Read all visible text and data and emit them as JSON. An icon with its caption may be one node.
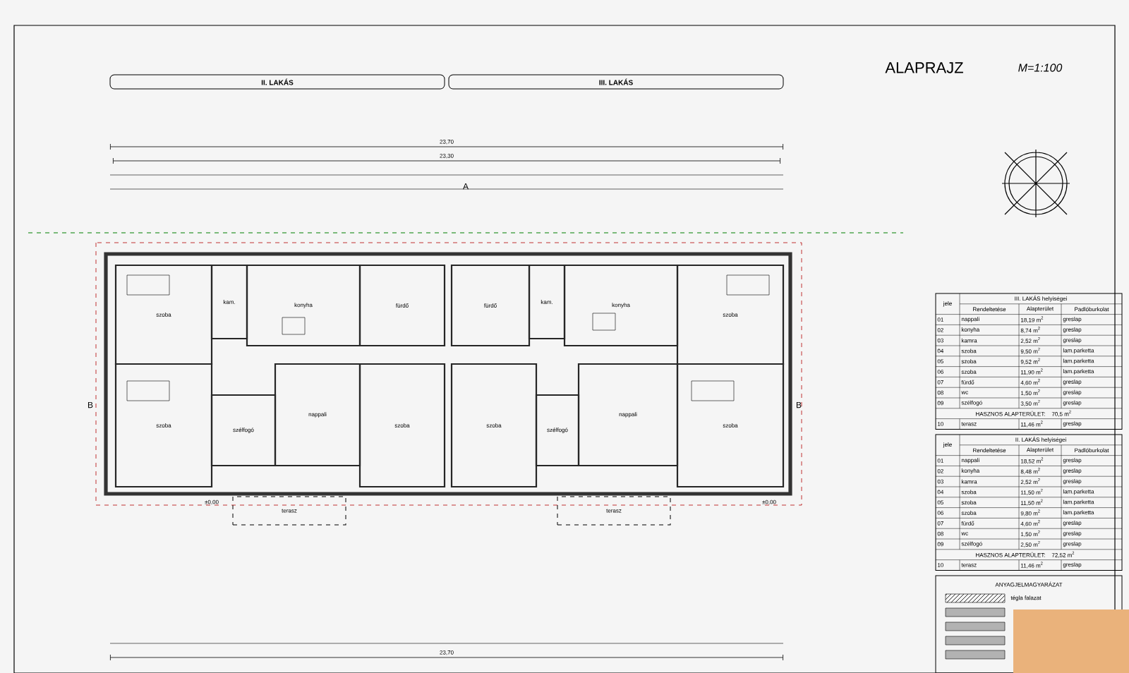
{
  "diagram": {
    "title": "ALAPRAJZ",
    "nodes": [
      {
        "text": [
          "II. LAKÁS"
        ]
      },
      {
        "text": [
          "III. LAKÁS"
        ]
      },
      {
        "text": [],
        "shape": "box"
      },
      {
        "text": [
          "szoba"
        ],
        "in": 2
      },
      {
        "text": [
          "kam."
        ],
        "in": 2
      },
      {
        "text": [
          "konyha"
        ],
        "in": 2
      },
      {
        "text": [
          "fürdő"
        ],
        "in": 2
      },
      {
        "text": [
          "fürdő"
        ],
        "in": 2
      },
      {
        "text": [
          "kam."
        ],
        "in": 2
      },
      {
        "text": [
          "konyha"
        ],
        "in": 2
      },
      {
        "text": [
          "szoba"
        ],
        "in": 2
      },
      {
        "text": [
          "szoba"
        ],
        "in": 2
      },
      {
        "text": [
          "szélfogó"
        ],
        "in": 2
      },
      {
        "text": [
          "nappali"
        ],
        "in": 2
      },
      {
        "text": [
          "szoba"
        ],
        "in": 2
      },
      {
        "text": [
          "szoba"
        ],
        "in": 2
      },
      {
        "text": [
          "szélfogó"
        ],
        "in": 2
      },
      {
        "text": [
          "nappali"
        ],
        "in": 2
      },
      {
        "text": [
          "szoba"
        ],
        "in": 2
      },
      {
        "text": [
          "terasz"
        ]
      },
      {
        "text": [
          "terasz"
        ]
      }
    ],
    "labels": [
      "M=1:100",
      "23,70",
      "23,30",
      "23,70",
      "A",
      "B",
      "B",
      "±0,00",
      "±0,00",
      "III. LAKÁS helyiségei",
      "jele",
      "Rendeltetése",
      "Alapterület",
      "Padlóburkolat",
      "01",
      "nappali",
      "18,19 m$^{2}$",
      "greslap",
      "02",
      "konyha",
      "8,74 m$^{2}$",
      "greslap",
      "03",
      "kamra",
      "2,52 m$^{2}$",
      "greslap",
      "04",
      "szoba",
      "9,50 m$^{2}$",
      "lam.parketta",
      "05",
      "szoba",
      "9,52 m$^{2}$",
      "lam.parketta",
      "06",
      "szoba",
      "11,90 m$^{2}$",
      "lam.parketta",
      "07",
      "fürdő",
      "4,60 m$^{2}$",
      "greslap",
      "08",
      "wc",
      "1,50 m$^{2}$",
      "greslap",
      "09",
      "szélfogó",
      "3,50 m$^{2}$",
      "greslap",
      "HASZNOS ALAPTERÜLET:",
      "70,5 m$^{2}$",
      "10",
      "terasz",
      "11,46 m$^{2}$",
      "greslap",
      "II. LAKÁS helyiségei",
      "jele",
      "Rendeltetése",
      "Alapterület",
      "Padlóburkolat",
      "01",
      "nappali",
      "18,52 m$^{2}$",
      "greslap",
      "02",
      "konyha",
      "8,48 m$^{2}$",
      "greslap",
      "03",
      "kamra",
      "2,52 m$^{2}$",
      "greslap",
      "04",
      "szoba",
      "11,50 m$^{2}$",
      "lam.parketta",
      "05",
      "szoba",
      "11,50 m$^{2}$",
      "lam.parketta",
      "06",
      "szoba",
      "9,80 m$^{2}$",
      "lam.parketta",
      "07",
      "fürdő",
      "4,60 m$^{2}$",
      "greslap",
      "08",
      "wc",
      "1,50 m$^{2}$",
      "greslap",
      "09",
      "szélfogó",
      "2,50 m$^{2}$",
      "greslap",
      "HASZNOS ALAPTERÜLET:",
      "72,52 m$^{2}$",
      "10",
      "terasz",
      "11,46 m$^{2}$",
      "greslap",
      "ANYAGJELMAGYARÁZAT"
    ],
    "legend": [
      {
        "text": "tégla falazat"
      }
    ]
  }
}
